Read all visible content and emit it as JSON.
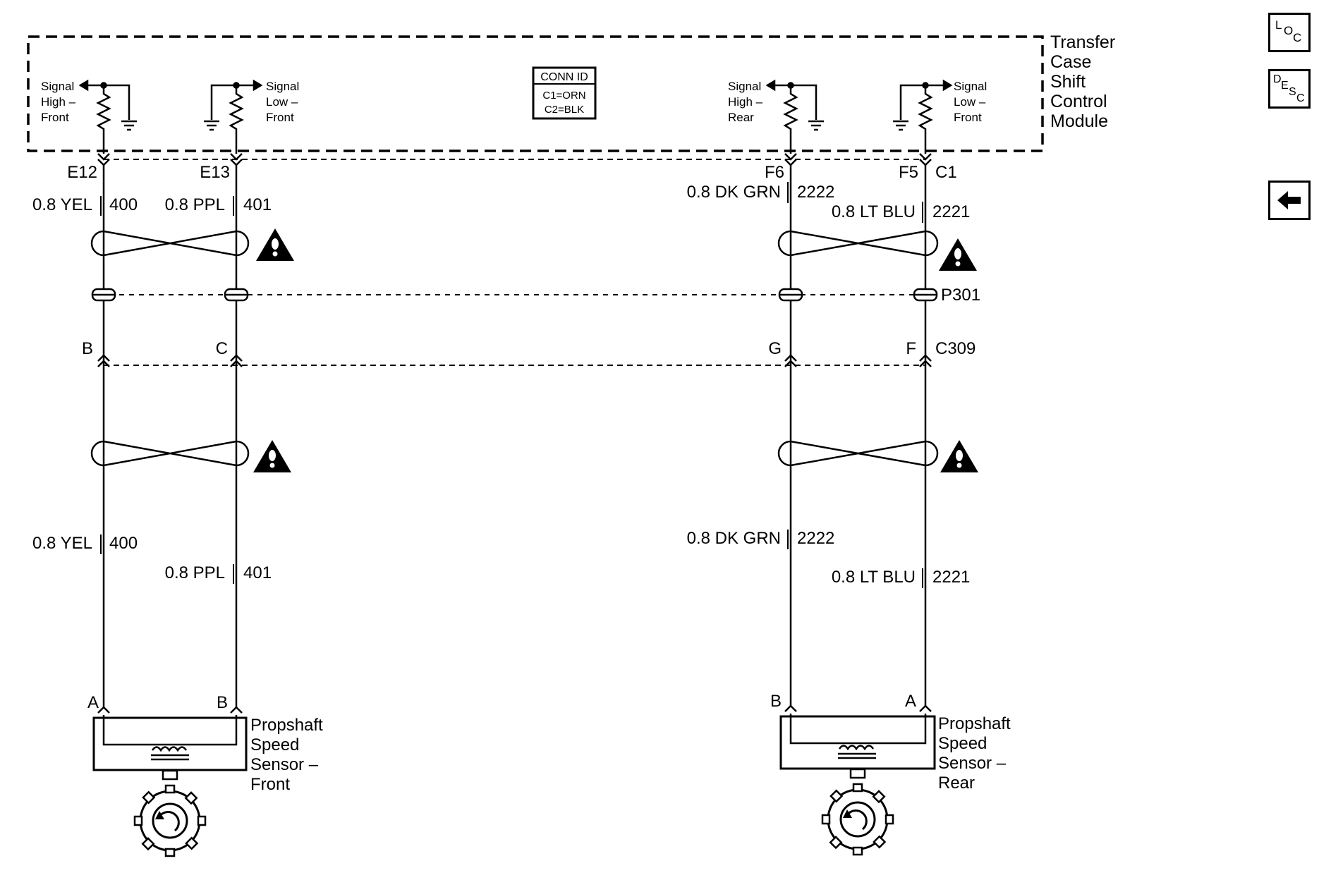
{
  "module": {
    "name_lines": [
      "Transfer",
      "Case",
      "Shift",
      "Control",
      "Module"
    ],
    "conn_id": {
      "title": "CONN ID",
      "line1": "C1=ORN",
      "line2": "C2=BLK"
    },
    "terminals": [
      {
        "lines": [
          "Signal",
          "High –",
          "Front"
        ],
        "pin": "E12"
      },
      {
        "lines": [
          "Signal",
          "Low –",
          "Front"
        ],
        "pin": "E13"
      },
      {
        "lines": [
          "Signal",
          "High –",
          "Rear"
        ],
        "pin": "F6"
      },
      {
        "lines": [
          "Signal",
          "Low –",
          "Front"
        ],
        "pin": "F5"
      }
    ],
    "connector_right": "C1"
  },
  "wires": [
    {
      "upper": {
        "size_color": "0.8 YEL",
        "circuit": "400"
      },
      "lower": {
        "size_color": "0.8 YEL",
        "circuit": "400"
      },
      "c309_pin": "B",
      "sensor_pin": "A"
    },
    {
      "upper": {
        "size_color": "0.8 PPL",
        "circuit": "401"
      },
      "lower": {
        "size_color": "0.8 PPL",
        "circuit": "401"
      },
      "c309_pin": "C",
      "sensor_pin": "B"
    },
    {
      "upper": {
        "size_color": "0.8 DK GRN",
        "circuit": "2222"
      },
      "lower": {
        "size_color": "0.8 DK GRN",
        "circuit": "2222"
      },
      "c309_pin": "G",
      "sensor_pin": "B"
    },
    {
      "upper": {
        "size_color": "0.8 LT BLU",
        "circuit": "2221"
      },
      "lower": {
        "size_color": "0.8 LT BLU",
        "circuit": "2221"
      },
      "c309_pin": "F",
      "sensor_pin": "A"
    }
  ],
  "splice_pack": "P301",
  "inline_connector": "C309",
  "sensors": [
    {
      "name_lines": [
        "Propshaft",
        "Speed",
        "Sensor –",
        "Front"
      ]
    },
    {
      "name_lines": [
        "Propshaft",
        "Speed",
        "Sensor –",
        "Rear"
      ]
    }
  ],
  "nav": {
    "loc": {
      "letters": [
        "L",
        "O",
        "C"
      ]
    },
    "desc": {
      "letters": [
        "D",
        "E",
        "S",
        "C"
      ]
    },
    "back_icon": "left-arrow-icon"
  }
}
